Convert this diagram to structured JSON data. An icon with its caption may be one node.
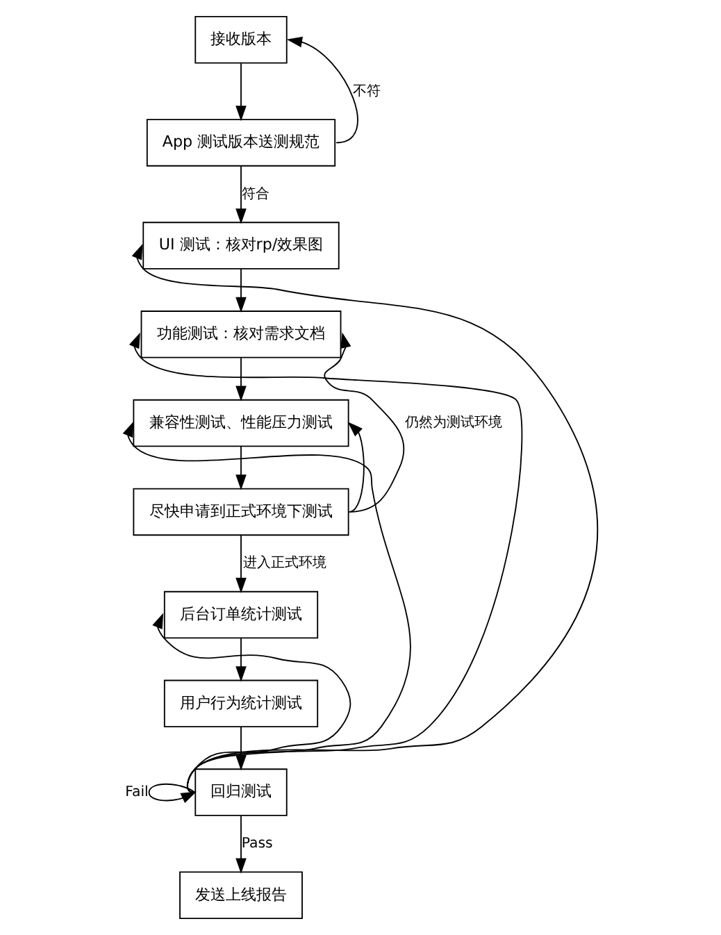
{
  "diagram": {
    "nodes": [
      {
        "text": [
          "接收版本"
        ]
      },
      {
        "text": [
          "App 测试版本送测规范"
        ]
      },
      {
        "text": [
          "UI 测试：核对rp/效果图"
        ]
      },
      {
        "text": [
          "功能测试：核对需求文档"
        ]
      },
      {
        "text": [
          "兼容性测试、性能压力测试"
        ]
      },
      {
        "text": [
          "尽快申请到正式环境下测试"
        ]
      },
      {
        "text": [
          "后台订单统计测试"
        ]
      },
      {
        "text": [
          "用户行为统计测试"
        ]
      },
      {
        "text": [
          "回归测试"
        ]
      },
      {
        "text": [
          "发送上线报告"
        ]
      }
    ],
    "edges": [
      {
        "from": 1,
        "to": 0,
        "arrow": "to",
        "label": "不符"
      },
      {
        "from": 0,
        "to": 1,
        "arrow": "to"
      },
      {
        "from": 1,
        "to": 2,
        "arrow": "to",
        "label": "符合"
      },
      {
        "from": 2,
        "to": 3,
        "arrow": "to"
      },
      {
        "from": 3,
        "to": 4,
        "arrow": "to"
      },
      {
        "from": 4,
        "to": 5,
        "arrow": "to"
      },
      {
        "from": 5,
        "to": 3,
        "arrow": "to",
        "label": "仍然为测试环境"
      },
      {
        "from": 5,
        "to": 4,
        "arrow": "to"
      },
      {
        "from": 5,
        "to": 6,
        "arrow": "to",
        "label": "进入正式环境"
      },
      {
        "from": 6,
        "to": 7,
        "arrow": "to"
      },
      {
        "from": 7,
        "to": 8,
        "arrow": "to"
      },
      {
        "from": 8,
        "to": 2,
        "arrow": "to"
      },
      {
        "from": 8,
        "to": 3,
        "arrow": "to"
      },
      {
        "from": 8,
        "to": 4,
        "arrow": "to"
      },
      {
        "from": 8,
        "to": 6,
        "arrow": "to"
      },
      {
        "from": 8,
        "to": 8,
        "arrow": "to",
        "label": "Fail"
      },
      {
        "from": 8,
        "to": 9,
        "arrow": "to",
        "label": "Pass"
      }
    ]
  }
}
